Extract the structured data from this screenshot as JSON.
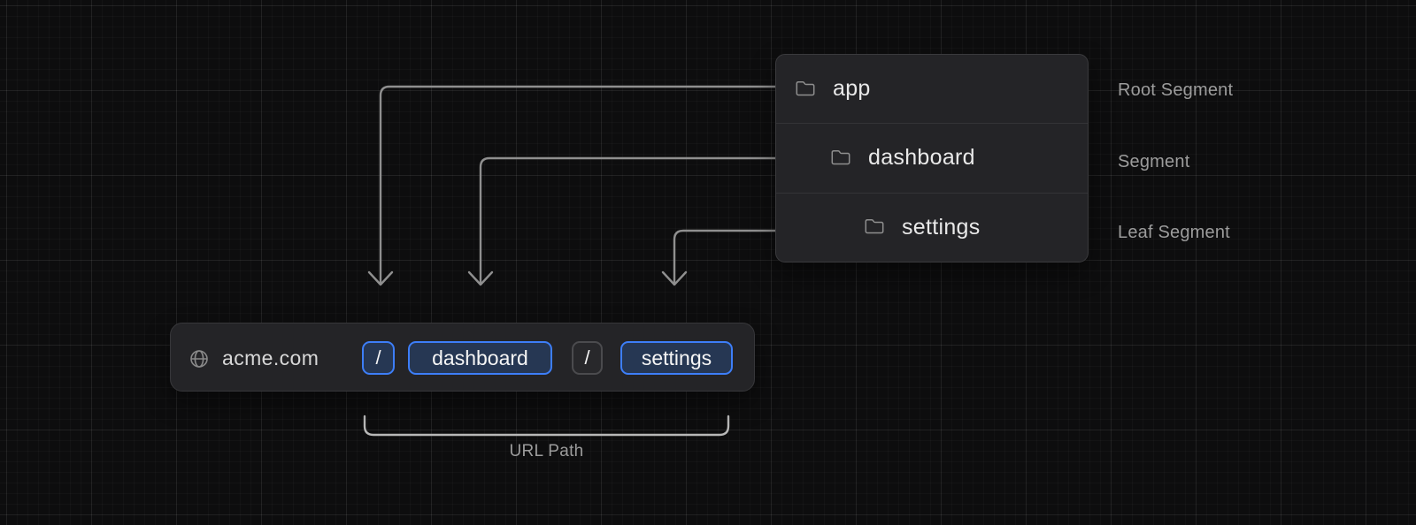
{
  "folder_tree": {
    "rows": [
      {
        "name": "app",
        "icon": "folder-icon",
        "annotation": "Root Segment",
        "indent_level": 0
      },
      {
        "name": "dashboard",
        "icon": "folder-icon",
        "annotation": "Segment",
        "indent_level": 1
      },
      {
        "name": "settings",
        "icon": "folder-icon",
        "annotation": "Leaf Segment",
        "indent_level": 2
      }
    ]
  },
  "url_bar": {
    "icon": "globe-icon",
    "domain": "acme.com",
    "segments": [
      {
        "text": "/",
        "variant": "highlighted"
      },
      {
        "text": "dashboard",
        "variant": "highlighted"
      },
      {
        "text": "/",
        "variant": "muted"
      },
      {
        "text": "settings",
        "variant": "highlighted"
      }
    ]
  },
  "url_path_label": "URL Path",
  "colors": {
    "background": "#0d0d0e",
    "panel_background": "#242427",
    "accent_blue": "#3d7ef8",
    "highlight_fill": "#263753",
    "muted_border": "#4b4b4e",
    "arrow_gray": "#8f8f8f",
    "bracket_gray": "#b8b8b8",
    "primary_text": "#e9e9e9",
    "secondary_text": "#9c9c9c"
  }
}
